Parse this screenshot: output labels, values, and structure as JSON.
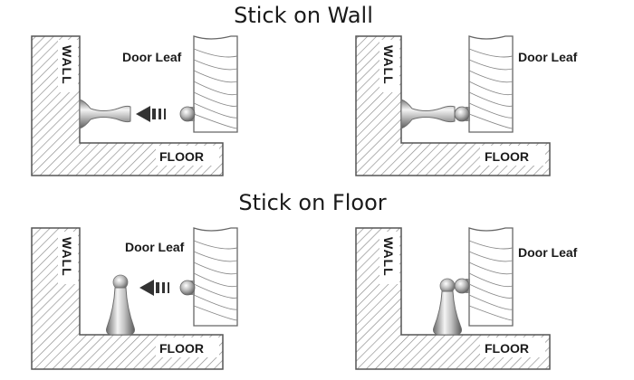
{
  "sections": [
    {
      "title": "Stick on Wall",
      "panels": [
        {
          "wall_label": "WALL",
          "floor_label": "FLOOR",
          "door_label": "Door Leaf",
          "state": "apart"
        },
        {
          "wall_label": "WALL",
          "floor_label": "FLOOR",
          "door_label": "Door Leaf",
          "state": "closed"
        }
      ]
    },
    {
      "title": "Stick on Floor",
      "panels": [
        {
          "wall_label": "WALL",
          "floor_label": "FLOOR",
          "door_label": "Door Leaf",
          "state": "apart"
        },
        {
          "wall_label": "WALL",
          "floor_label": "FLOOR",
          "door_label": "Door Leaf",
          "state": "closed"
        }
      ]
    }
  ],
  "colors": {
    "hatch": "#8a8a8a",
    "outline": "#555555",
    "metal_dark": "#6e6e6e",
    "metal_light": "#f2f2f2",
    "arrow": "#333333"
  },
  "icons": {
    "motion": "arrow-left-icon"
  }
}
